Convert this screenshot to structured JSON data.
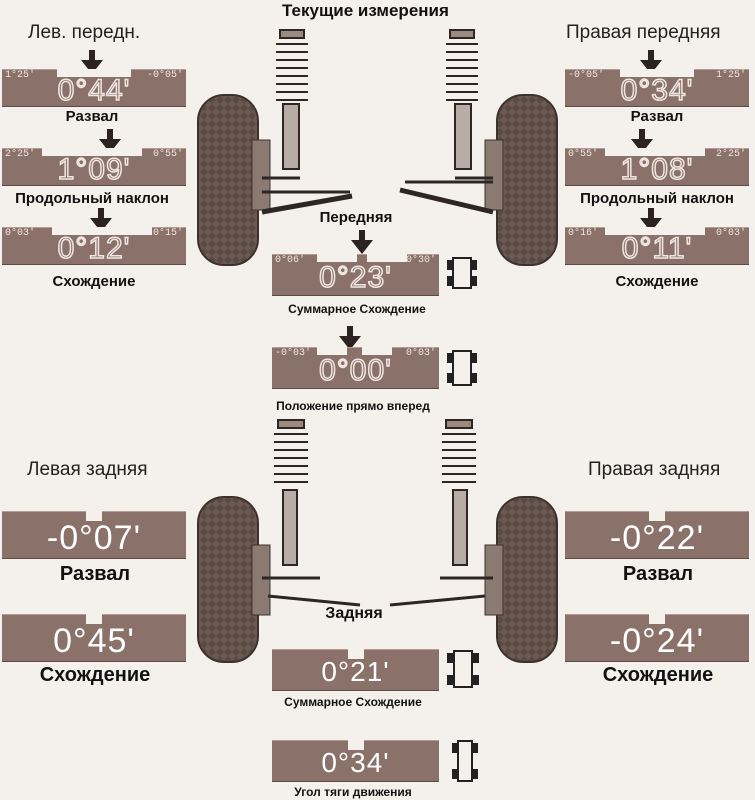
{
  "title": "Текущие измерения",
  "front": {
    "left_heading": "Лев. передн.",
    "right_heading": "Правая передняя",
    "center_label": "Передняя",
    "left": {
      "camber": {
        "min": "1°25'",
        "max": "-0°05'",
        "value": "0°44'",
        "label": "Развал"
      },
      "caster": {
        "min": "2°25'",
        "max": "0°55'",
        "value": "1°09'",
        "label": "Продольный наклон"
      },
      "toe": {
        "min": "0°03'",
        "max": "0°15'",
        "value": "0°12'",
        "label": "Схождение"
      }
    },
    "right": {
      "camber": {
        "min": "-0°05'",
        "max": "1°25'",
        "value": "0°34'",
        "label": "Развал"
      },
      "caster": {
        "min": "0°55'",
        "max": "2°25'",
        "value": "1°08'",
        "label": "Продольный наклон"
      },
      "toe": {
        "min": "0°16'",
        "max": "0°03'",
        "value": "0°11'",
        "label": "Схождение"
      }
    },
    "total_toe": {
      "min": "0°06'",
      "max": "0°30'",
      "value": "0°23'",
      "label": "Суммарное Схождение"
    },
    "straight_ahead": {
      "min": "-0°03'",
      "max": "0°03'",
      "value": "0°00'",
      "label": "Положение прямо вперед"
    }
  },
  "rear": {
    "left_heading": "Левая задняя",
    "right_heading": "Правая задняя",
    "center_label": "Задняя",
    "left": {
      "camber": {
        "value": "-0°07'",
        "label": "Развал"
      },
      "toe": {
        "value": "0°45'",
        "label": "Схождение"
      }
    },
    "right": {
      "camber": {
        "value": "-0°22'",
        "label": "Развал"
      },
      "toe": {
        "value": "-0°24'",
        "label": "Схождение"
      }
    },
    "total_toe": {
      "value": "0°21'",
      "label": "Суммарное Схождение"
    },
    "thrust_angle": {
      "value": "0°34'",
      "label": "Угол тяги движения"
    }
  },
  "colors": {
    "gauge": "#8a7169",
    "tire": "#6b5a52",
    "arrow": "#2a2321"
  },
  "icons": [
    "arrow-down-icon",
    "car-top-view-icon",
    "spring-strut-icon",
    "wheel-icon"
  ]
}
